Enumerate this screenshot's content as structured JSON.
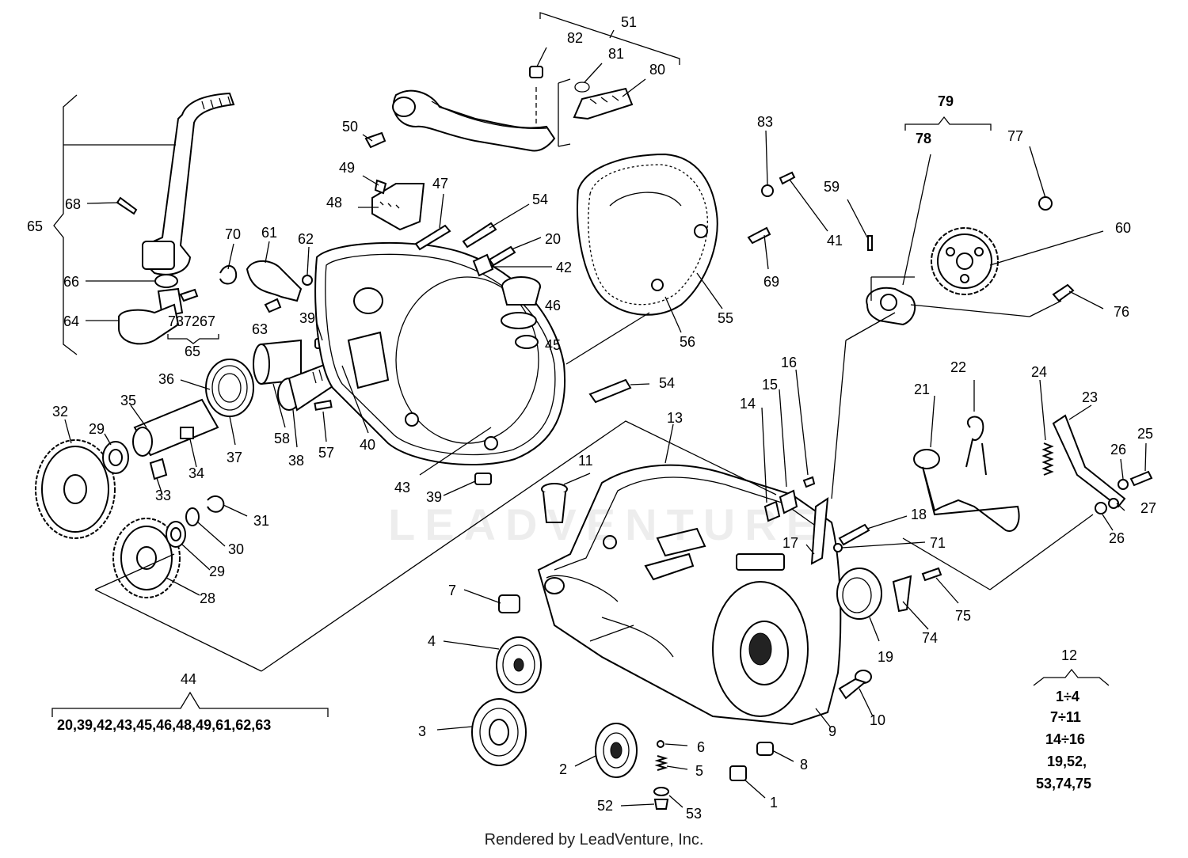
{
  "callouts": [
    {
      "id": "51",
      "t": "51"
    },
    {
      "id": "82",
      "t": "82"
    },
    {
      "id": "81",
      "t": "81"
    },
    {
      "id": "80",
      "t": "80"
    },
    {
      "id": "50",
      "t": "50"
    },
    {
      "id": "49",
      "t": "49"
    },
    {
      "id": "48",
      "t": "48"
    },
    {
      "id": "47",
      "t": "47"
    },
    {
      "id": "54a",
      "t": "54"
    },
    {
      "id": "20",
      "t": "20"
    },
    {
      "id": "42",
      "t": "42"
    },
    {
      "id": "46",
      "t": "46"
    },
    {
      "id": "45",
      "t": "45"
    },
    {
      "id": "83",
      "t": "83"
    },
    {
      "id": "41",
      "t": "41"
    },
    {
      "id": "69",
      "t": "69"
    },
    {
      "id": "55",
      "t": "55"
    },
    {
      "id": "56",
      "t": "56"
    },
    {
      "id": "59",
      "t": "59"
    },
    {
      "id": "79",
      "t": "79"
    },
    {
      "id": "78",
      "t": "78"
    },
    {
      "id": "77",
      "t": "77"
    },
    {
      "id": "60",
      "t": "60"
    },
    {
      "id": "76",
      "t": "76"
    },
    {
      "id": "68",
      "t": "68"
    },
    {
      "id": "65",
      "t": "65"
    },
    {
      "id": "70",
      "t": "70"
    },
    {
      "id": "61",
      "t": "61"
    },
    {
      "id": "62",
      "t": "62"
    },
    {
      "id": "66",
      "t": "66"
    },
    {
      "id": "64",
      "t": "64"
    },
    {
      "id": "737267",
      "t": "737267"
    },
    {
      "id": "65b",
      "t": "65"
    },
    {
      "id": "63",
      "t": "63"
    },
    {
      "id": "39a",
      "t": "39"
    },
    {
      "id": "36",
      "t": "36"
    },
    {
      "id": "32",
      "t": "32"
    },
    {
      "id": "35",
      "t": "35"
    },
    {
      "id": "29a",
      "t": "29"
    },
    {
      "id": "37",
      "t": "37"
    },
    {
      "id": "58",
      "t": "58"
    },
    {
      "id": "38",
      "t": "38"
    },
    {
      "id": "57",
      "t": "57"
    },
    {
      "id": "40",
      "t": "40"
    },
    {
      "id": "34",
      "t": "34"
    },
    {
      "id": "33",
      "t": "33"
    },
    {
      "id": "54b",
      "t": "54"
    },
    {
      "id": "43",
      "t": "43"
    },
    {
      "id": "39b",
      "t": "39"
    },
    {
      "id": "31",
      "t": "31"
    },
    {
      "id": "30",
      "t": "30"
    },
    {
      "id": "29b",
      "t": "29"
    },
    {
      "id": "28",
      "t": "28"
    },
    {
      "id": "13",
      "t": "13"
    },
    {
      "id": "14",
      "t": "14"
    },
    {
      "id": "15",
      "t": "15"
    },
    {
      "id": "16",
      "t": "16"
    },
    {
      "id": "11",
      "t": "11"
    },
    {
      "id": "22",
      "t": "22"
    },
    {
      "id": "21",
      "t": "21"
    },
    {
      "id": "24",
      "t": "24"
    },
    {
      "id": "23",
      "t": "23"
    },
    {
      "id": "25",
      "t": "25"
    },
    {
      "id": "26a",
      "t": "26"
    },
    {
      "id": "27",
      "t": "27"
    },
    {
      "id": "26b",
      "t": "26"
    },
    {
      "id": "18",
      "t": "18"
    },
    {
      "id": "17",
      "t": "17"
    },
    {
      "id": "71",
      "t": "71"
    },
    {
      "id": "7",
      "t": "7"
    },
    {
      "id": "4",
      "t": "4"
    },
    {
      "id": "19",
      "t": "19"
    },
    {
      "id": "74",
      "t": "74"
    },
    {
      "id": "75",
      "t": "75"
    },
    {
      "id": "12",
      "t": "12"
    },
    {
      "id": "10",
      "t": "10"
    },
    {
      "id": "9",
      "t": "9"
    },
    {
      "id": "8",
      "t": "8"
    },
    {
      "id": "3",
      "t": "3"
    },
    {
      "id": "6",
      "t": "6"
    },
    {
      "id": "5",
      "t": "5"
    },
    {
      "id": "2",
      "t": "2"
    },
    {
      "id": "1",
      "t": "1"
    },
    {
      "id": "52",
      "t": "52"
    },
    {
      "id": "53",
      "t": "53"
    },
    {
      "id": "44",
      "t": "44"
    }
  ],
  "kit_44": "20,39,42,43,45,46,48,49,61,62,63",
  "kit_12": [
    "1÷4",
    "7÷11",
    "14÷16",
    "19,52,",
    "53,74,75"
  ],
  "watermark": "LEADVENTURE",
  "footer": "Rendered by LeadVenture, Inc."
}
